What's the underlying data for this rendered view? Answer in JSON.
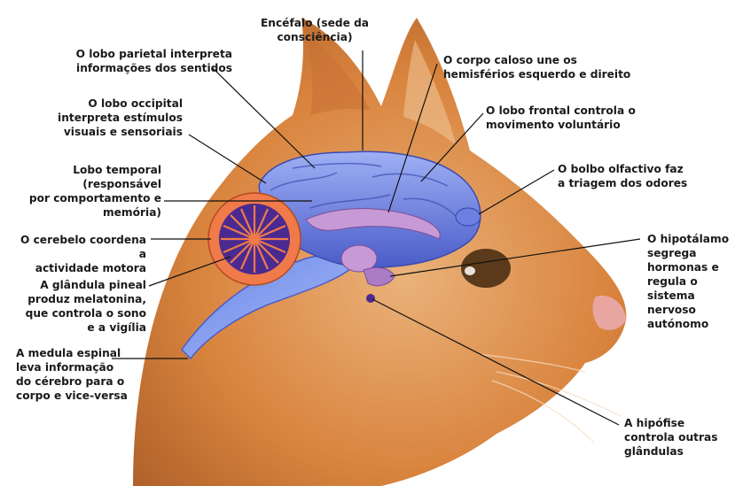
{
  "labels": {
    "encefalo": "Encéfalo (sede da\nconsciência)",
    "parietal": "O lobo parietal interpreta\ninformações dos sentidos",
    "occipital": "O lobo occipital\ninterpreta estímulos\nvisuais e sensoriais",
    "temporal": "Lobo temporal (responsável\npor comportamento e\nmemória)",
    "cerebelo": "O cerebelo coordena a\nactividade motora",
    "pineal": "A glândula pineal\nproduz melatonina,\nque controla o sono\ne a vigília",
    "medula": "A medula espinal\nleva informação\ndo cérebro para o\ncorpo e vice-versa",
    "caloso": "O corpo caloso une os\nhemisférios esquerdo e direito",
    "frontal": "O lobo frontal controla o\nmovimento voluntário",
    "bolbo": "O bolbo olfactivo faz\na triagem dos odores",
    "hipotalamo": "O hipotálamo\nsegrega\nhormonas e\nregula o\nsistema\nnervoso\nautónomo",
    "hipofise": "A hipófise\ncontrola outras\nglândulas"
  },
  "colors": {
    "fur": "#d9843e",
    "fur_light": "#eab27a",
    "fur_dark": "#b0622a",
    "brain": "#5a6fd8",
    "brain_light": "#9fb0f5",
    "inner": "#c79ad6",
    "cerebellum_outer": "#f07a4a",
    "cerebellum_inner": "#4a2a90",
    "leader": "#111111"
  }
}
